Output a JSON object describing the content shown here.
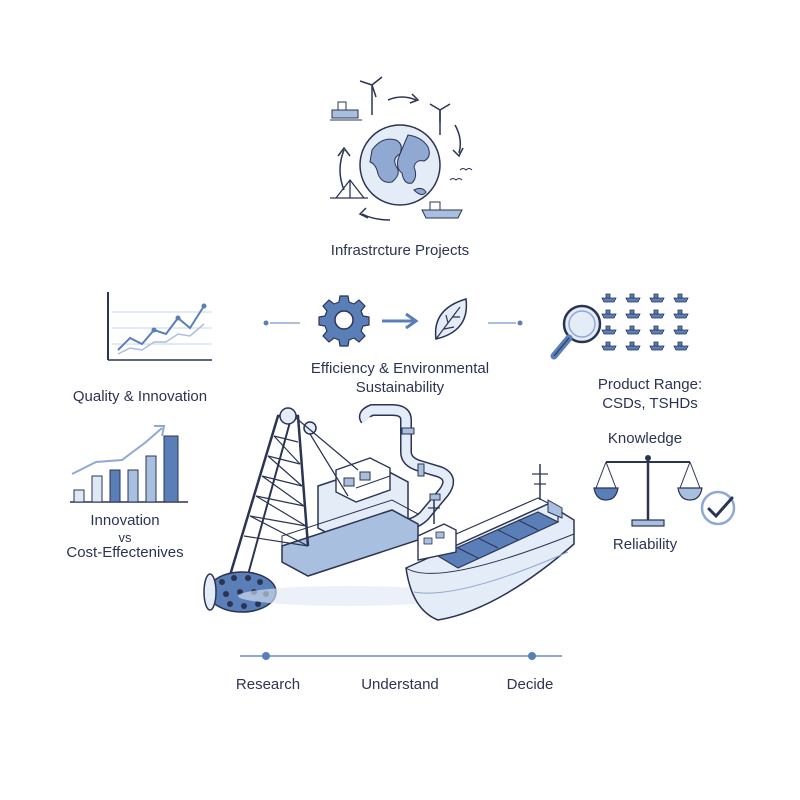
{
  "labels": {
    "infrastructure": "Infrastrcture Projects",
    "efficiency_line1": "Efficiency & Environmental",
    "efficiency_line2": "Sustainability",
    "quality": "Quality & Innovation",
    "product_line1": "Product Range:",
    "product_line2": "CSDs, TSHDs",
    "knowledge": "Knowledge",
    "reliability": "Reliability",
    "innovation_line1": "Innovation",
    "innovation_line2": "vs",
    "innovation_line3": "Cost-Effectenives"
  },
  "process_steps": [
    "Research",
    "Understand",
    "Decide"
  ],
  "icons": {
    "globe": "globe-cycle-icon",
    "chart": "line-chart-icon",
    "gear": "gear-icon",
    "arrow": "arrow-right-icon",
    "leaf": "leaf-icon",
    "magnifier": "magnifier-icon",
    "ships": "ship-grid-icon",
    "scale": "balance-scale-icon",
    "check": "checkmark-icon",
    "bars": "bar-chart-icon",
    "dredger": "cutter-suction-dredger-icon",
    "vessel": "hopper-dredger-vessel-icon"
  },
  "colors": {
    "ink": "#2b3452",
    "accent": "#5a7fb8",
    "fill": "#a9bfe0",
    "light": "#dfe8f5"
  }
}
